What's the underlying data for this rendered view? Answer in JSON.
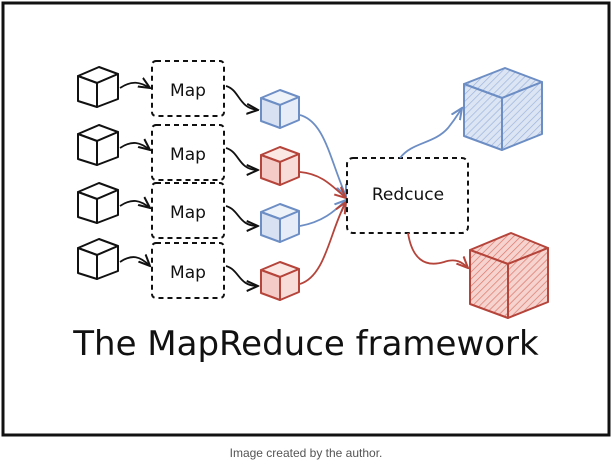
{
  "diagram": {
    "title": "The MapReduce framework",
    "map_labels": [
      "Map",
      "Map",
      "Map",
      "Map"
    ],
    "reduce_label": "Redcuce",
    "colors": {
      "blue": "#6d8ec4",
      "blue_fill": "#c7d5ec",
      "red": "#b5443b",
      "red_fill": "#efb8b1",
      "ink": "#111111"
    }
  },
  "caption": "Image created by the author."
}
